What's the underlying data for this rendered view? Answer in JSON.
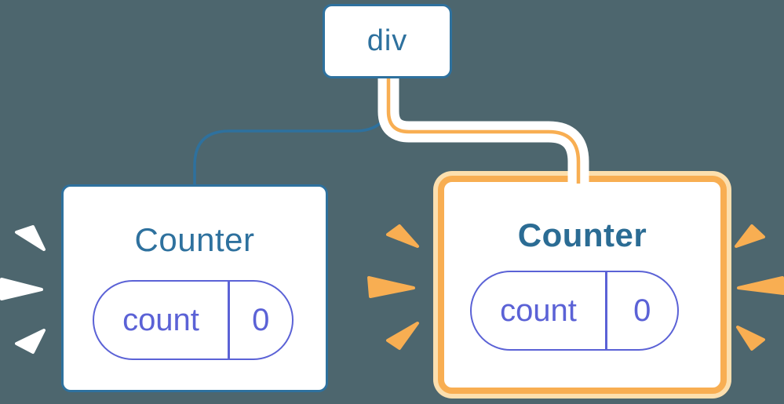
{
  "diagram": {
    "description": "React component tree: a div root node with two Counter children, each holding a count state of 0; the right Counter is highlighted with an orange border and sparkle bursts",
    "root": {
      "label": "div"
    },
    "left_counter": {
      "title": "Counter",
      "state_key": "count",
      "state_value": "0",
      "highlighted": false
    },
    "right_counter": {
      "title": "Counter",
      "state_key": "count",
      "state_value": "0",
      "highlighted": true
    }
  },
  "colors": {
    "bg": "#4d666e",
    "blue": "#2e719e",
    "purple": "#5b62d6",
    "orange": "#f8ae52",
    "peach": "#fcdfae",
    "white": "#ffffff"
  }
}
